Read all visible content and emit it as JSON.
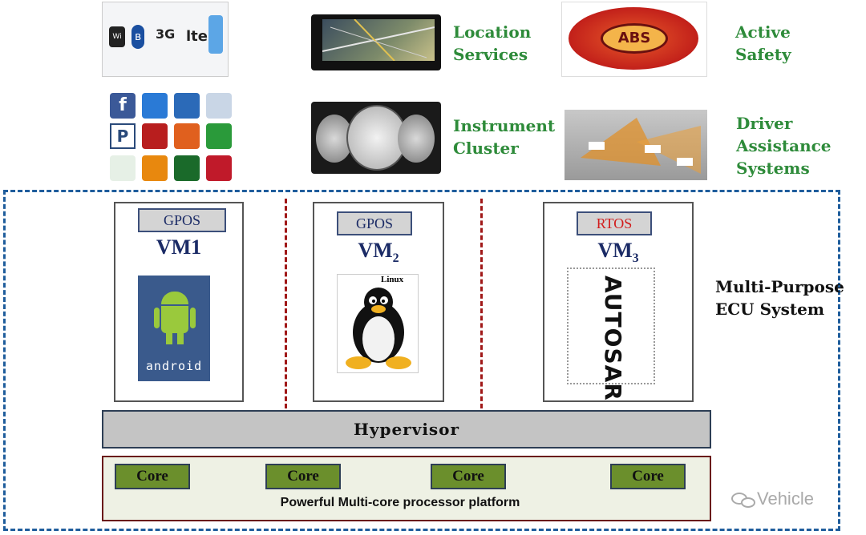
{
  "apps": {
    "location": "Location\nServices",
    "safety": "Active\nSafety",
    "instrument": "Instrument\nCluster",
    "driver": "Driver\nAssistance\nSystems",
    "abs_text": "ABS",
    "connectivity_3g": "3G",
    "connectivity_lte": "lte"
  },
  "vms": [
    {
      "tag": "GPOS",
      "name": "VM1",
      "sub": "",
      "os": "android"
    },
    {
      "tag": "GPOS",
      "name": "VM",
      "sub": "2",
      "os": "Linux"
    },
    {
      "tag": "RTOS",
      "name": "VM",
      "sub": "3",
      "os": "AUTOSAR"
    }
  ],
  "tag_colors": {
    "gpos": "#1b2b66",
    "rtos": "#d21d1d"
  },
  "ecu_label": "Multi-Purpose\nECU System",
  "hypervisor": "Hypervisor",
  "cores": [
    "Core",
    "Core",
    "Core",
    "Core"
  ],
  "platform": "Powerful Multi-core processor platform",
  "watermark": "Vehicle",
  "app_icons": [
    "facebook-icon",
    "dropbox-icon",
    "meeting-icon",
    "pin-icon",
    "pandora-icon",
    "netflix-icon",
    "reader-icon",
    "iq-icon",
    "headphones-icon",
    "rss-icon",
    "wifi-icon",
    "delta-icon"
  ]
}
